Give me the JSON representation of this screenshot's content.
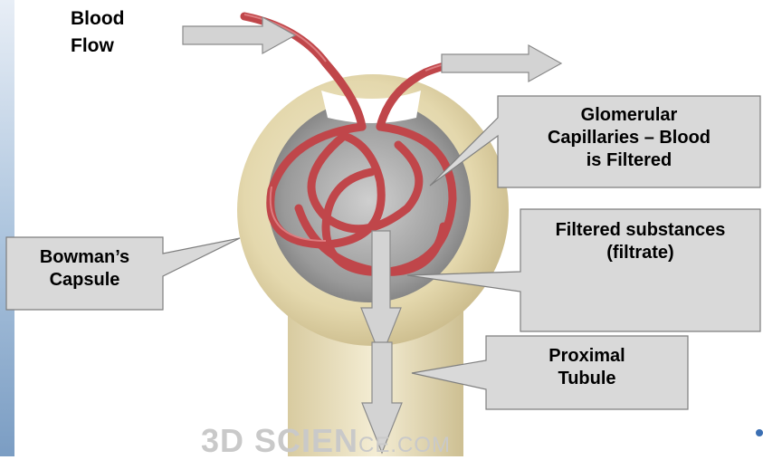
{
  "labels": {
    "blood_flow": [
      "Blood",
      "Flow"
    ],
    "glomerular": [
      "Glomerular",
      "Capillaries – Blood",
      "is Filtered"
    ],
    "filtered": [
      "Filtered substances",
      "(filtrate)"
    ],
    "bowman": [
      "Bowman’s",
      "Capsule"
    ],
    "proximal": [
      "Proximal",
      "Tubule"
    ]
  },
  "watermark": {
    "main": "3D SCIEN",
    "tail": "CE.COM"
  },
  "colors": {
    "callout_fill": "#d9d9d9",
    "arrow_fill": "#d3d3d3",
    "capillary": "#c0464a",
    "capsule": "#e9dfb8"
  }
}
